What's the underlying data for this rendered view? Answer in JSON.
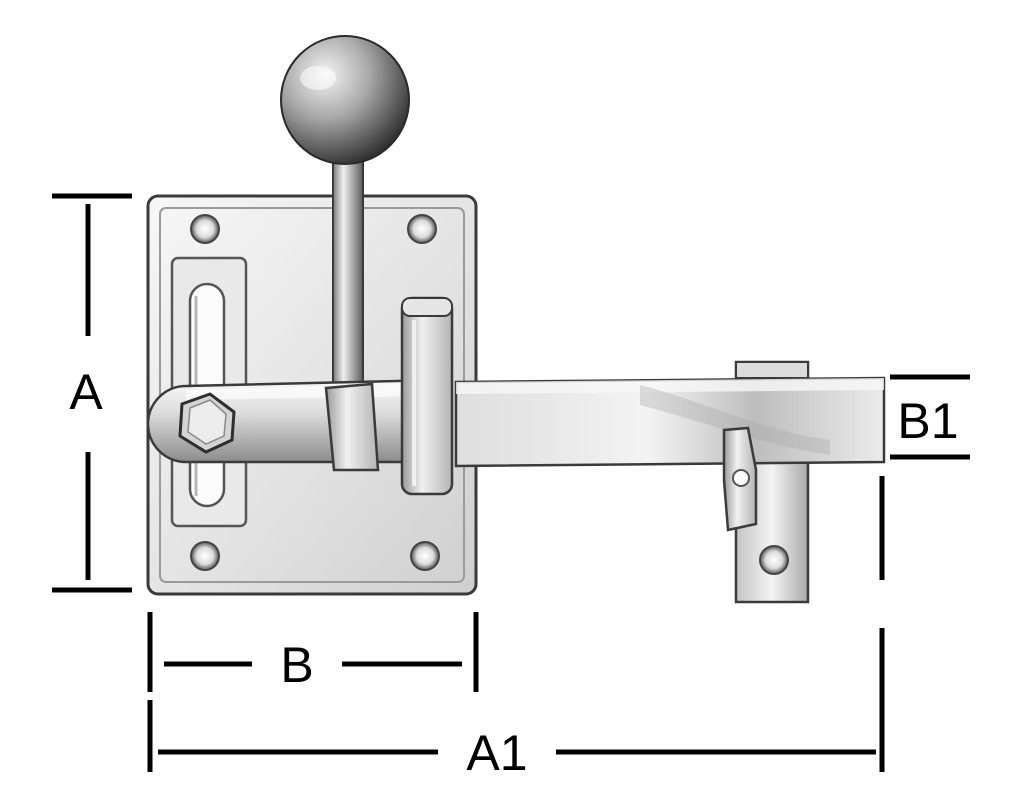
{
  "diagram": {
    "dimensions": {
      "A": "A",
      "A1": "A1",
      "B": "B",
      "B1": "B1"
    },
    "colors": {
      "line": "#000000",
      "metal_light": "#f2f2f2",
      "metal_mid": "#c8c8c8",
      "metal_dark": "#6e6e6e",
      "outline": "#3a3a3a"
    }
  }
}
